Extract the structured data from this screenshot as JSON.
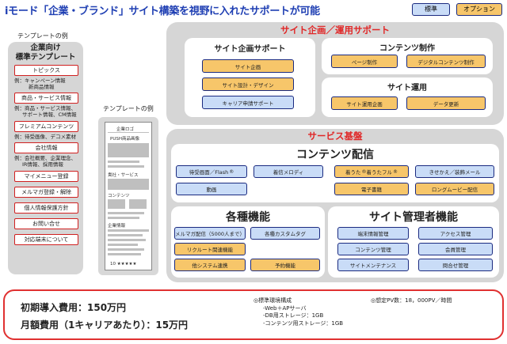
{
  "title": "iモード「企業・ブランド」サイト構築を視野に入れたサポートが可能",
  "legend": {
    "standard": "標準",
    "option": "オプション"
  },
  "left_panel": {
    "section_label": "テンプレートの例",
    "heading_line1": "企業向け",
    "heading_line2": "標準テンプレート",
    "items": [
      {
        "label": "トピックス",
        "example": [
          "例：キャンペーン情報",
          "新商品情報"
        ]
      },
      {
        "label": "商品・サービス情報",
        "example": [
          "例：商品・サービス情報、",
          "サポート情報、CM情報"
        ]
      },
      {
        "label": "フレミアムコンテンツ",
        "example": [
          "例：待受画像、デコメ素材"
        ]
      },
      {
        "label": "会社情報",
        "example": [
          "例：会社概要、企業理念、",
          "IR情報、採用情報"
        ]
      },
      {
        "label": "マイメニュー登録",
        "example": []
      },
      {
        "label": "メルマガ登録・解除",
        "example": []
      },
      {
        "label": "個人情報保護方針",
        "example": []
      },
      {
        "label": "お問い合せ",
        "example": []
      },
      {
        "label": "対応端末について",
        "example": []
      }
    ]
  },
  "mock": {
    "section_label": "テンプレートの例",
    "logo": "企業ロゴ",
    "push": "PUSH商品画像",
    "business": "貴社・サービス",
    "contents": "コンテンツ",
    "company": "企業情報",
    "footer": "10 ★★★★★"
  },
  "site_support": {
    "title": "サイト企画／運用サポート",
    "planning": {
      "title": "サイト企画サポート",
      "items": [
        "サイト企画",
        "サイト設計・デザイン",
        "キャリア申請サポート"
      ],
      "types": [
        "option",
        "option",
        "standard"
      ]
    },
    "content_production": {
      "title": "コンテンツ制作",
      "items": [
        "ページ制作",
        "デジタルコンテンツ制作"
      ],
      "types": [
        "option",
        "option"
      ]
    },
    "operation": {
      "title": "サイト運用",
      "items": [
        "サイト運用企画",
        "データ更新"
      ],
      "types": [
        "option",
        "option"
      ]
    }
  },
  "service_base": {
    "title": "サービス基盤",
    "delivery": {
      "title": "コンテンツ配信",
      "row1": [
        {
          "label": "待受画面／Flash",
          "mark": "®",
          "type": "standard"
        },
        {
          "label": "着信メロディ",
          "mark": "",
          "type": "standard"
        },
        {
          "label": "着うた",
          "mark": "®",
          "label2": "着うたフル",
          "mark2": "®",
          "type": "option"
        },
        {
          "label": "きせかえ／装飾メール",
          "mark": "",
          "type": "standard"
        }
      ],
      "row2": [
        {
          "label": "動画",
          "type": "standard"
        },
        {
          "label": "電子書籍",
          "type": "option"
        },
        {
          "label": "ロングムービー配信",
          "type": "option"
        }
      ]
    },
    "functions": {
      "title": "各種機能",
      "items": [
        "メルマガ配信（5000人まで）",
        "各種カスタムタグ",
        "リクルート関連機能",
        "他システム連携",
        "予約機能"
      ],
      "types": [
        "standard",
        "standard",
        "option",
        "option",
        "option"
      ]
    },
    "admin": {
      "title": "サイト管理者機能",
      "items": [
        "端末情報管理",
        "アクセス管理",
        "コンテンツ管理",
        "会員管理",
        "サイトメンテナンス",
        "問合せ管理"
      ],
      "types": [
        "standard",
        "standard",
        "standard",
        "standard",
        "standard",
        "standard"
      ]
    }
  },
  "pricing": {
    "initial": "初期導入費用：150万円",
    "monthly": "月額費用（1キャリアあたり）：15万円"
  },
  "environment": {
    "heading": "◎標準環境構成",
    "lines": [
      "-Web＋APサーバ",
      "-DB用ストレージ：1GB",
      "-コンテンツ用ストレージ：1GB"
    ]
  },
  "pv": "◎想定PV数：18，000PV／時間",
  "colors": {
    "standard": "#c9dcf7",
    "option": "#f7c66a",
    "accent_red": "#e02828",
    "title_blue": "#1f3fb3",
    "border_navy": "#1a2a80"
  }
}
